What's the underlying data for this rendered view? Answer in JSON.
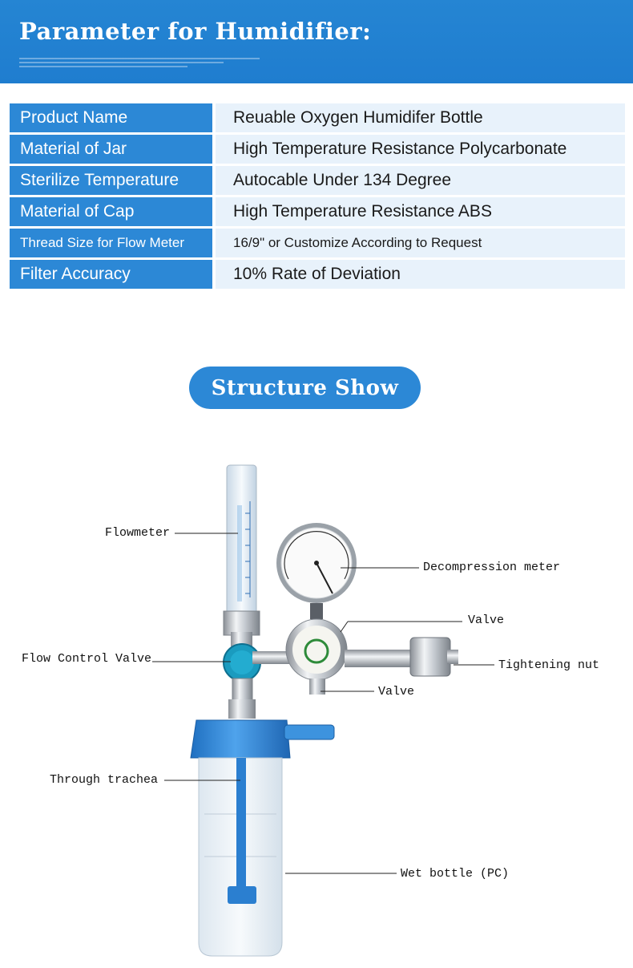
{
  "banner": {
    "title": "Parameter for Humidifier:"
  },
  "parameters": [
    {
      "label": "Product Name",
      "value": "Reuable Oxygen Humidifer Bottle"
    },
    {
      "label": "Material of Jar",
      "value": "High Temperature Resistance Polycarbonate"
    },
    {
      "label": "Sterilize Temperature",
      "value": "Autocable Under 134 Degree"
    },
    {
      "label": "Material of Cap",
      "value": "High Temperature Resistance ABS"
    },
    {
      "label": "Thread Size for Flow Meter",
      "value": "16/9\" or Customize According to Request"
    },
    {
      "label": "Filter Accuracy",
      "value": "10% Rate of Deviation"
    }
  ],
  "structure": {
    "title": "Structure Show"
  },
  "callouts": {
    "flowmeter": "Flowmeter",
    "decompression_meter": "Decompression meter",
    "valve_top": "Valve",
    "flow_control_valve": "Flow Control Valve",
    "tightening_nut": "Tightening nut",
    "valve_bottom": "Valve",
    "through_trachea": "Through trachea",
    "wet_bottle": "Wet bottle (PC)"
  },
  "colors": {
    "brand_blue": "#2c88d6",
    "row_bg": "#e8f2fb"
  }
}
